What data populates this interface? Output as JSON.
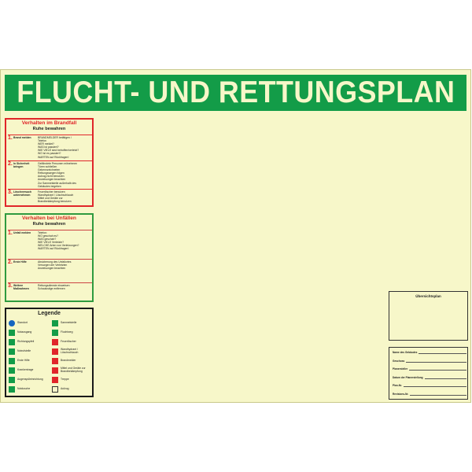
{
  "title": "FLUCHT- UND RETTUNGSPLAN",
  "fire": {
    "heading": "Verhalten im Brandfall",
    "subheading": "Ruhe bewahren",
    "steps": [
      {
        "num": "1.",
        "label": "Brand melden",
        "lines": [
          "BRANDMELDER betätigen /",
          "Telefon",
          "WER meldet?",
          "WAS ist passiert?",
          "WIE VIELE sind betroffen/verletzt?",
          "WO ist es passiert?",
          "WARTEN auf Rückfragen!"
        ]
      },
      {
        "num": "2.",
        "label": "In Sicherheit bringen",
        "lines": [
          "Gefährdete Personen mitnehmen",
          "Türen schließen",
          "Gekennzeichneten",
          "Rettungswegen folgen",
          "Aufzug nicht benutzen",
          "Anweisungen beachten",
          "Zur Sammelstelle außerhalb des",
          "Gebäudes begeben"
        ]
      },
      {
        "num": "3.",
        "label": "Löschversuch unternehmen",
        "lines": [
          "Feuerlöscher benutzen",
          "Wandhydrant / Löschschlauch",
          "Mittel und Geräte zur",
          "Brandbekämpfung benutzen"
        ]
      }
    ]
  },
  "accident": {
    "heading": "Verhalten bei Unfällen",
    "subheading": "Ruhe bewahren",
    "steps": [
      {
        "num": "1.",
        "label": "Unfall melden",
        "lines": [
          "Telefon:",
          "WO geschah es?",
          "WAS geschah?",
          "WIE VIELE Verletzte?",
          "WELCHE Arten von Verletzungen?",
          "WARTEN auf Rückfragen!"
        ]
      },
      {
        "num": "2.",
        "label": "Erste Hilfe",
        "lines": [
          "Absicherung des Unfallortes",
          "Versorgen der Verletzten",
          "Anweisungen beachten"
        ]
      },
      {
        "num": "3.",
        "label": "Weitere Maßnahmen",
        "lines": [
          "Rettungsdienste einweisen",
          "Schaulustige entfernen"
        ]
      }
    ]
  },
  "legend": {
    "title": "Legende",
    "left": [
      {
        "icon": "standort-icon",
        "kind": "b",
        "label": "Standort"
      },
      {
        "icon": "notausgang-icon",
        "kind": "g",
        "label": "Notausgang"
      },
      {
        "icon": "richtungspfeil-icon",
        "kind": "g",
        "label": "Richtungspfeil"
      },
      {
        "icon": "notrufstelle-icon",
        "kind": "g",
        "label": "Notrufstelle"
      },
      {
        "icon": "erste-hilfe-icon",
        "kind": "g",
        "label": "Erste Hilfe"
      },
      {
        "icon": "krankentrage-icon",
        "kind": "g",
        "label": "Krankentrage"
      },
      {
        "icon": "augenspueleinrichtung-icon",
        "kind": "g",
        "label": "Augenspüleinrichtung"
      },
      {
        "icon": "notdusche-icon",
        "kind": "g",
        "label": "Notdusche"
      }
    ],
    "right": [
      {
        "icon": "sammelstelle-icon",
        "kind": "g",
        "label": "Sammelstelle"
      },
      {
        "icon": "fluchtweg-icon",
        "kind": "g",
        "label": "Fluchtweg"
      },
      {
        "icon": "feuerloescher-icon",
        "kind": "r",
        "label": "Feuerlöscher"
      },
      {
        "icon": "wandhydrant-icon",
        "kind": "r",
        "label": "Wandhydrant / Löschschlauch"
      },
      {
        "icon": "brandmelder-icon",
        "kind": "r",
        "label": "Brandmelder"
      },
      {
        "icon": "brandbekaempfung-icon",
        "kind": "r",
        "label": "Mittel und Geräte zur Brandbekämpfung"
      },
      {
        "icon": "treppe-icon",
        "kind": "r",
        "label": "Treppe"
      },
      {
        "icon": "aufzug-icon",
        "kind": "x",
        "label": "Aufzug"
      }
    ]
  },
  "overview": {
    "title": "Übersichtsplan"
  },
  "info_fields": [
    "Name des Gebäudes",
    "Geschoss",
    "Planersteller",
    "Datum der Planerstellung",
    "Plan-Nr.",
    "Revisions-Nr."
  ],
  "colors": {
    "background": "#f7f7c9",
    "green": "#139c48",
    "red": "#e0262a"
  }
}
